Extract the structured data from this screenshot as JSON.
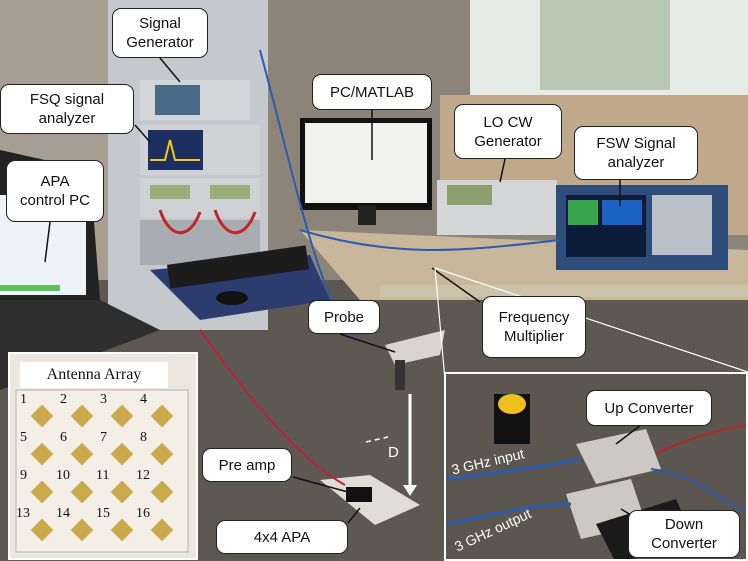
{
  "callouts": {
    "signal_generator": "Signal\nGenerator",
    "fsq_analyzer": "FSQ signal\nanalyzer",
    "apa_pc": "APA\ncontrol PC",
    "pc_matlab": "PC/MATLAB",
    "lo_cw": "LO CW\nGenerator",
    "fsw_analyzer": "FSW Signal\nanalyzer",
    "probe": "Probe",
    "freq_mult": "Frequency\nMultiplier",
    "pre_amp": "Pre amp",
    "apa_4x4": "4x4 APA",
    "up_converter": "Up Converter",
    "down_converter": "Down\nConverter"
  },
  "antenna_array": {
    "title": "Antenna Array",
    "elements": [
      "1",
      "2",
      "3",
      "4",
      "5",
      "6",
      "7",
      "8",
      "9",
      "10",
      "11",
      "12",
      "13",
      "14",
      "15",
      "16"
    ]
  },
  "inset_labels": {
    "input": "3 GHz input",
    "output": "3 GHz output"
  },
  "distance_label": "D"
}
